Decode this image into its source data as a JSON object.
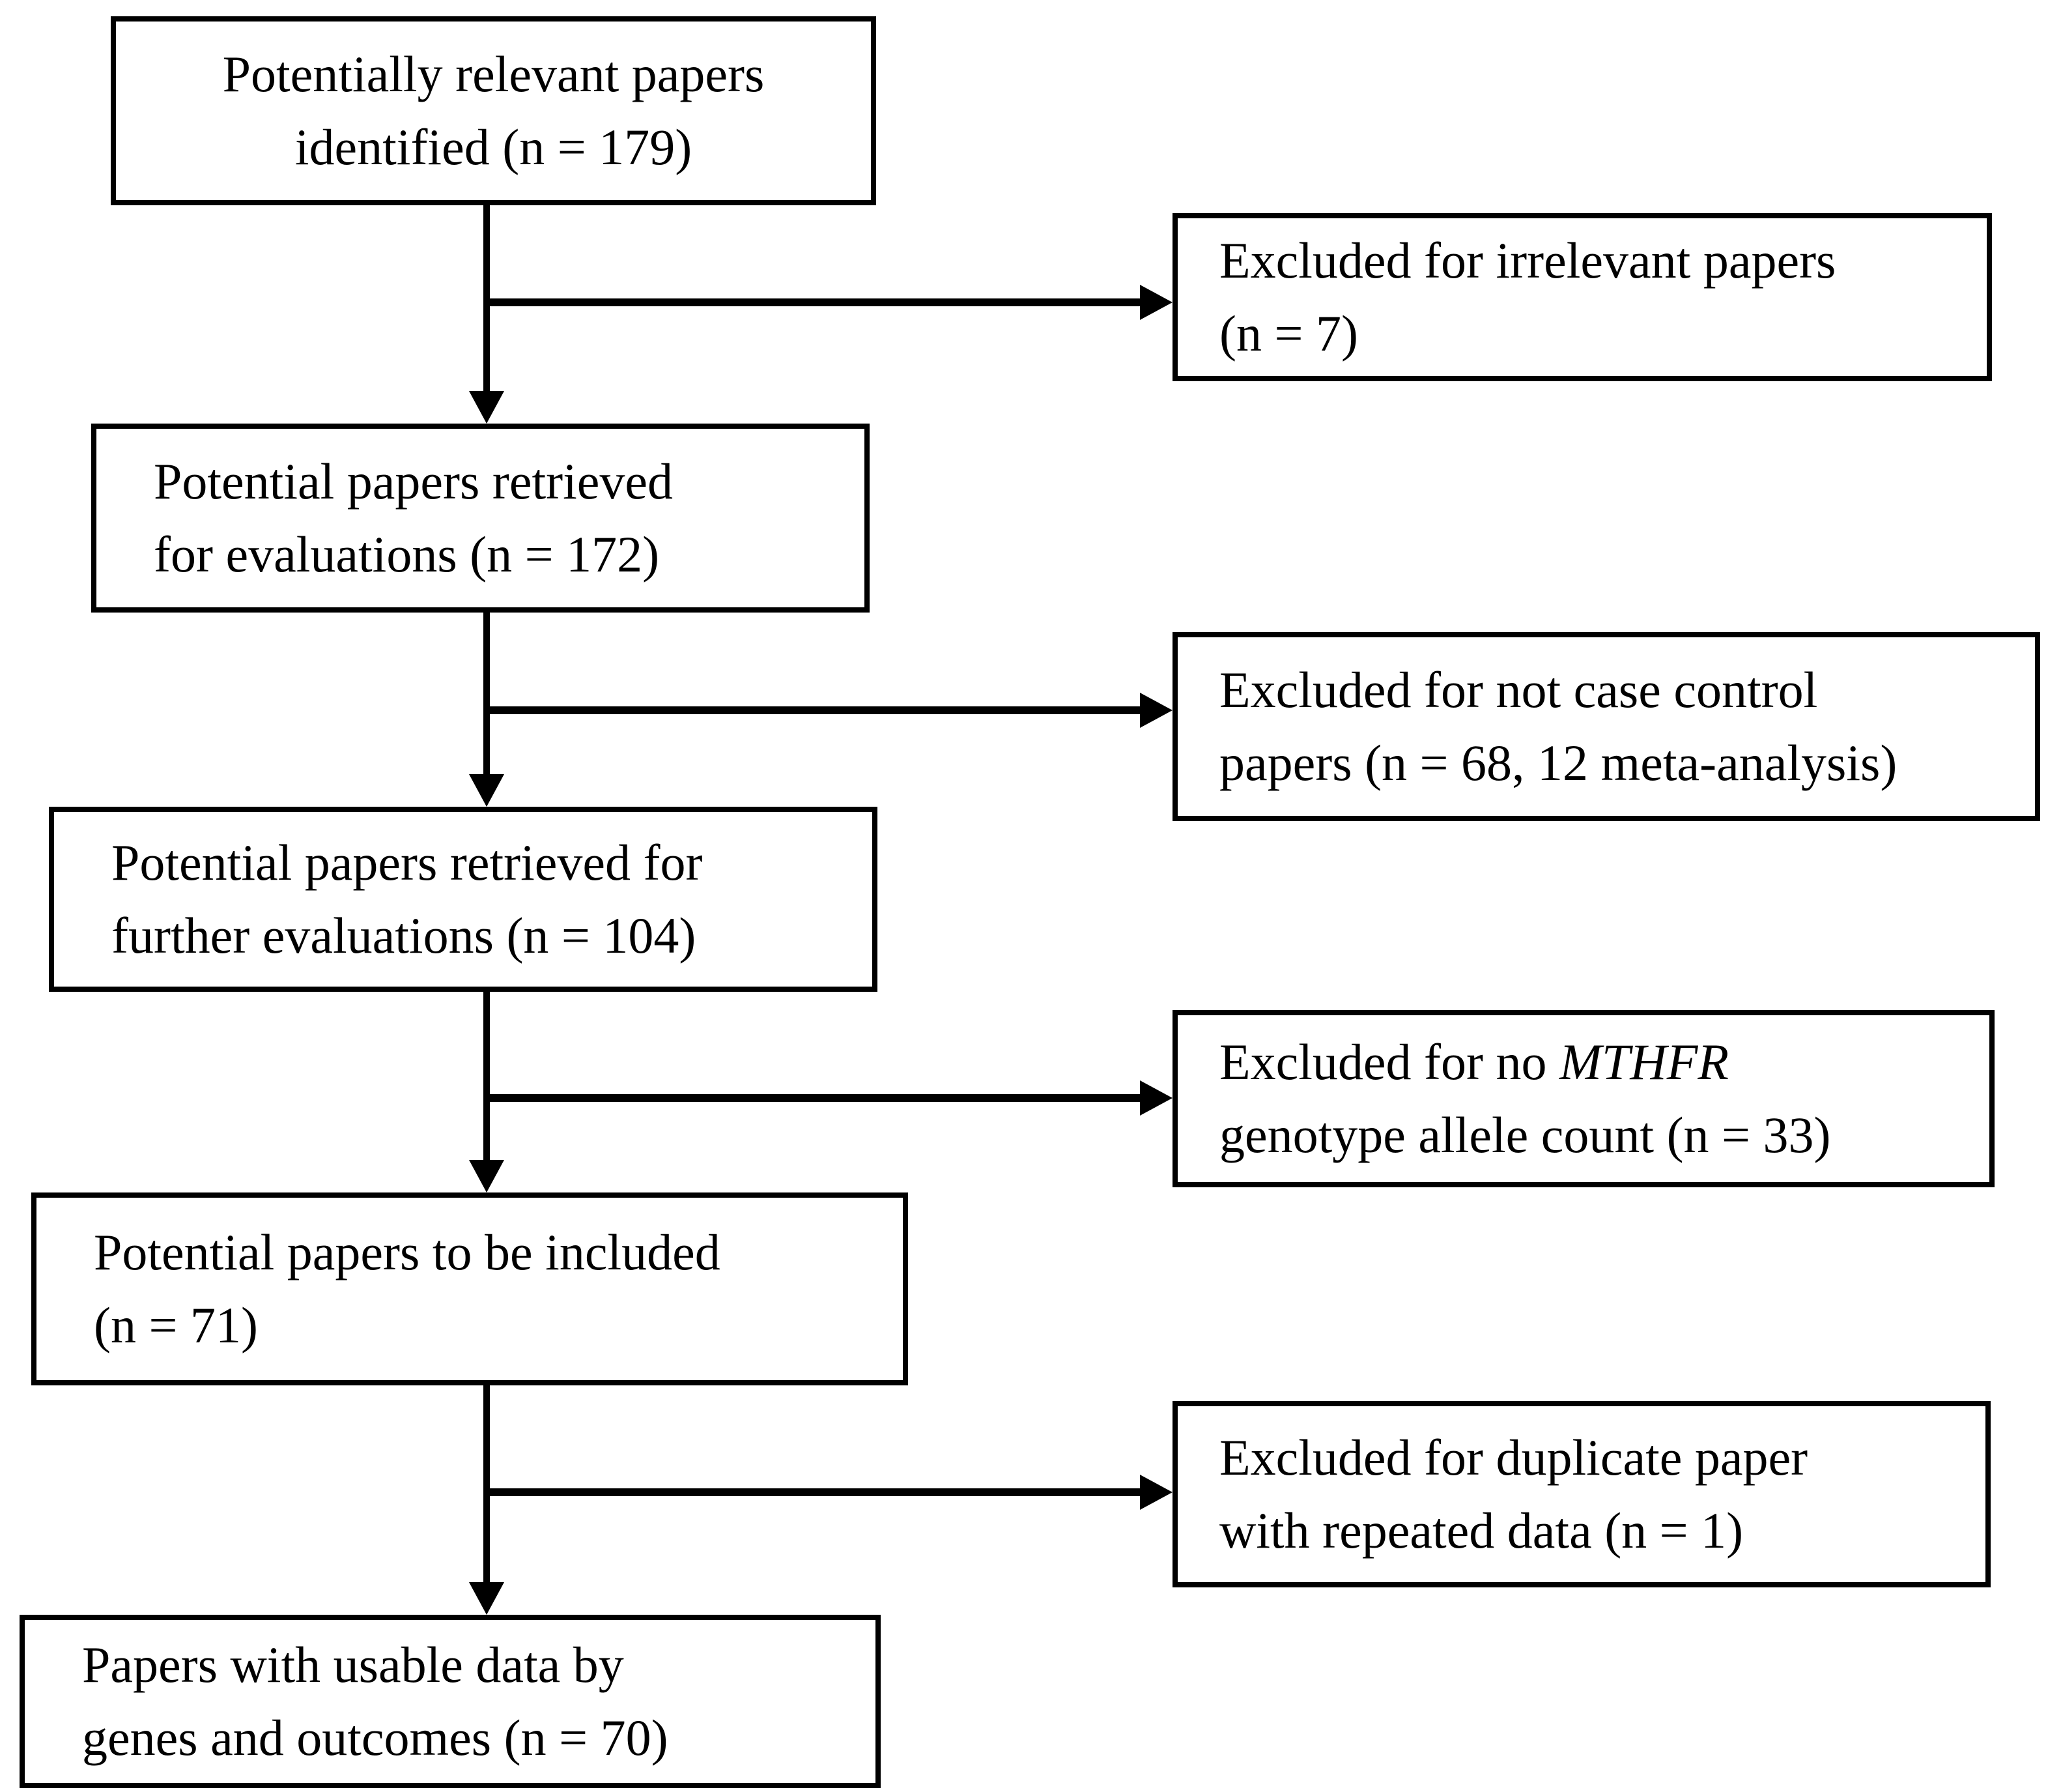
{
  "page": {
    "background": "#ffffff",
    "box_fill": "#ffffff",
    "box_border_color": "#000000",
    "arrow_color": "#000000",
    "text_color": "#000000"
  },
  "flow": {
    "steps": [
      {
        "id": "identified",
        "lines": [
          "Potentially relevant papers",
          "identified (n = 179)"
        ]
      },
      {
        "id": "retrieved-for-evaluations",
        "lines": [
          "Potential papers retrieved",
          "for evaluations (n = 172)"
        ]
      },
      {
        "id": "retrieved-for-further-evaluations",
        "lines": [
          "Potential papers retrieved for",
          "further evaluations (n = 104)"
        ]
      },
      {
        "id": "to-be-included",
        "lines": [
          "Potential papers to be included",
          "(n = 71)"
        ]
      },
      {
        "id": "usable-data",
        "lines": [
          "Papers with usable data by",
          "genes and outcomes (n = 70)"
        ]
      }
    ],
    "exclusions": [
      {
        "id": "irrelevant-papers",
        "lines": [
          "Excluded for irrelevant papers",
          "(n = 7)"
        ]
      },
      {
        "id": "not-case-control",
        "lines": [
          "Excluded for not case control",
          "papers (n = 68, 12 meta-analysis)"
        ]
      },
      {
        "id": "no-mthfr-genotype",
        "line1": {
          "pre": "Excluded for no ",
          "italic": "MTHFR",
          "post": ""
        },
        "line2": "genotype allele count (n = 33)"
      },
      {
        "id": "duplicate-paper",
        "lines": [
          "Excluded for duplicate paper",
          "with repeated data (n = 1)"
        ]
      }
    ],
    "edges": [
      {
        "from": "identified",
        "to": "retrieved-for-evaluations"
      },
      {
        "from": "identified",
        "to": "irrelevant-papers"
      },
      {
        "from": "retrieved-for-evaluations",
        "to": "retrieved-for-further-evaluations"
      },
      {
        "from": "retrieved-for-evaluations",
        "to": "not-case-control"
      },
      {
        "from": "retrieved-for-further-evaluations",
        "to": "to-be-included"
      },
      {
        "from": "retrieved-for-further-evaluations",
        "to": "no-mthfr-genotype"
      },
      {
        "from": "to-be-included",
        "to": "usable-data"
      },
      {
        "from": "to-be-included",
        "to": "duplicate-paper"
      }
    ]
  }
}
